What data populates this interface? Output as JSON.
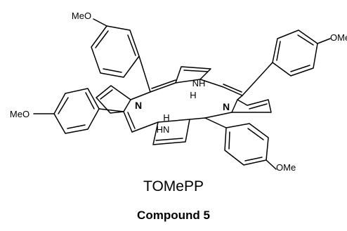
{
  "labels": {
    "ome_top_left": "MeO",
    "ome_top_right": "OMe",
    "ome_left": "MeO",
    "ome_bottom": "OMe",
    "nh_top": "NH",
    "h_top": "H",
    "n_left": "N",
    "n_right": "N",
    "h_bottom": "H",
    "nh_bottom": "HN"
  },
  "caption": {
    "name": "TOMePP",
    "compound": "Compound 5"
  }
}
